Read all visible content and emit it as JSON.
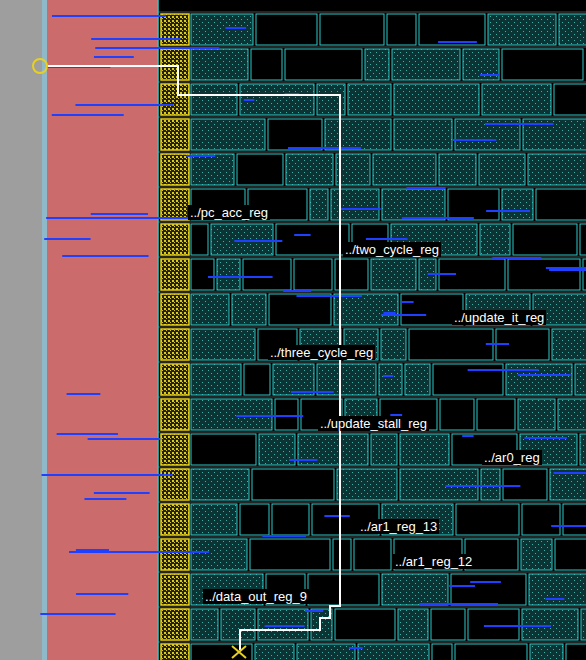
{
  "diagram": {
    "labels": [
      "../pc_acc_reg",
      "../two_cycle_reg",
      "../update_it_reg",
      "../three_cycle_reg",
      "../update_stall_reg",
      "../ar0_reg",
      "../ar1_reg_13",
      "../ar1_reg_12",
      "../data_out_reg_9"
    ]
  }
}
